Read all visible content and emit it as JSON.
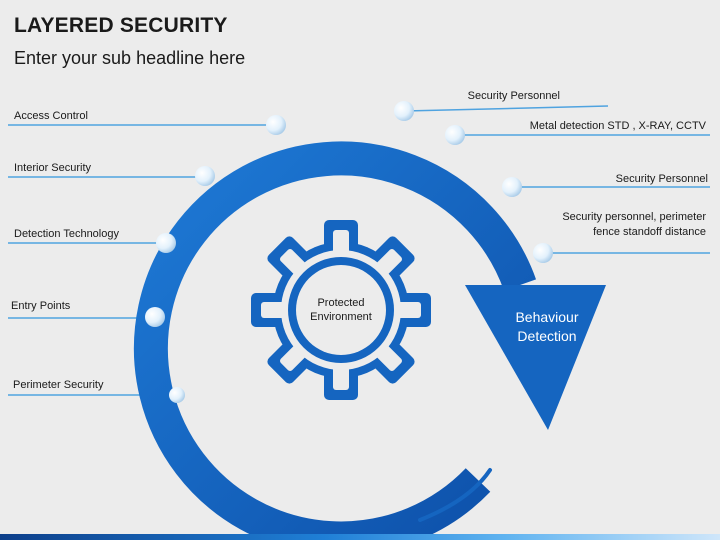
{
  "header": {
    "title": "LAYERED SECURITY",
    "subtitle": "Enter your sub headline here"
  },
  "center": {
    "line1": "Protected",
    "line2": "Environment"
  },
  "arrow": {
    "line1": "Behaviour",
    "line2": "Detection"
  },
  "left_labels": [
    "Access Control",
    "Interior Security",
    "Detection Technology",
    "Entry Points",
    "Perimeter Security"
  ],
  "right_labels": [
    "Security Personnel",
    "Metal detection STD , X-RAY, CCTV",
    "Security Personnel",
    "Security personnel, perimeter fence standoff distance"
  ],
  "colors": {
    "ring": "#1565c0",
    "ring_dark": "#0d47a1",
    "line": "#4fa3e0",
    "bead": "#e3f2fd"
  }
}
